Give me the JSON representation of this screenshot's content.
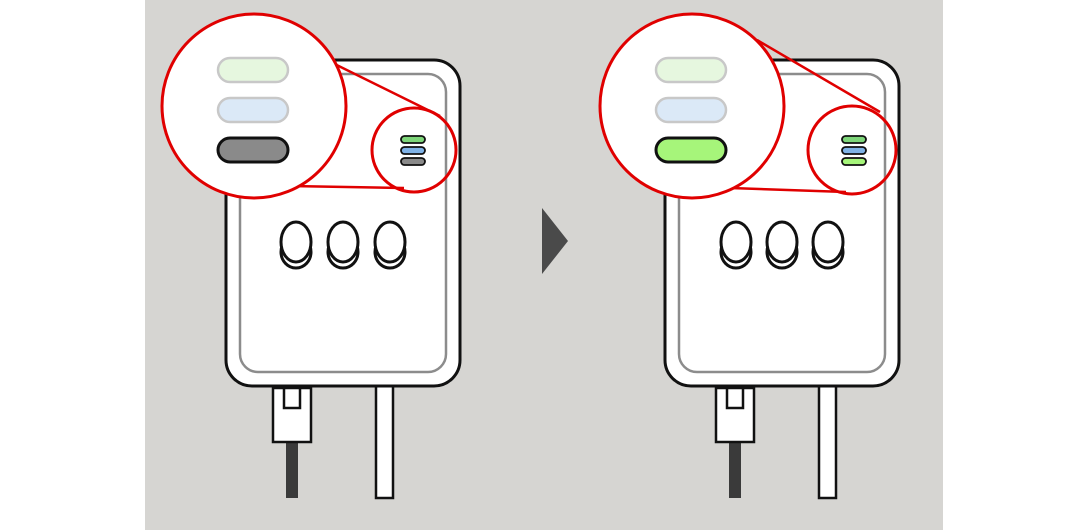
{
  "colors": {
    "page_background": "#ffffff",
    "panel_background": "#d6d5d2",
    "device_body": "#ffffff",
    "device_outline": "#111111",
    "device_inner_outline": "#8c8c8c",
    "zoom_circle": "#e00000",
    "arrow": "#4a4a4a",
    "cable_dark": "#3a3a3a"
  },
  "before": {
    "leds": [
      {
        "name": "led-top",
        "state": "dim",
        "color": "#e6f7df",
        "zoom_color": "#e6f7df",
        "small_color": "#7ed67a"
      },
      {
        "name": "led-middle",
        "state": "dim",
        "color": "#dbe9f7",
        "zoom_color": "#dbe9f7",
        "small_color": "#7fb2e6"
      },
      {
        "name": "led-bottom",
        "state": "off",
        "color": "#8a8a8a",
        "zoom_color": "#8a8a8a",
        "small_color": "#8a8a8a"
      }
    ]
  },
  "after": {
    "leds": [
      {
        "name": "led-top",
        "state": "dim",
        "color": "#e6f7df",
        "zoom_color": "#e6f7df",
        "small_color": "#7ed67a"
      },
      {
        "name": "led-middle",
        "state": "dim",
        "color": "#dbe9f7",
        "zoom_color": "#dbe9f7",
        "small_color": "#7fb2e6"
      },
      {
        "name": "led-bottom",
        "state": "lit",
        "color": "#a6f57a",
        "zoom_color": "#a6f57a",
        "small_color": "#a6f57a"
      }
    ]
  },
  "transition_arrow": "right-triangle-icon"
}
